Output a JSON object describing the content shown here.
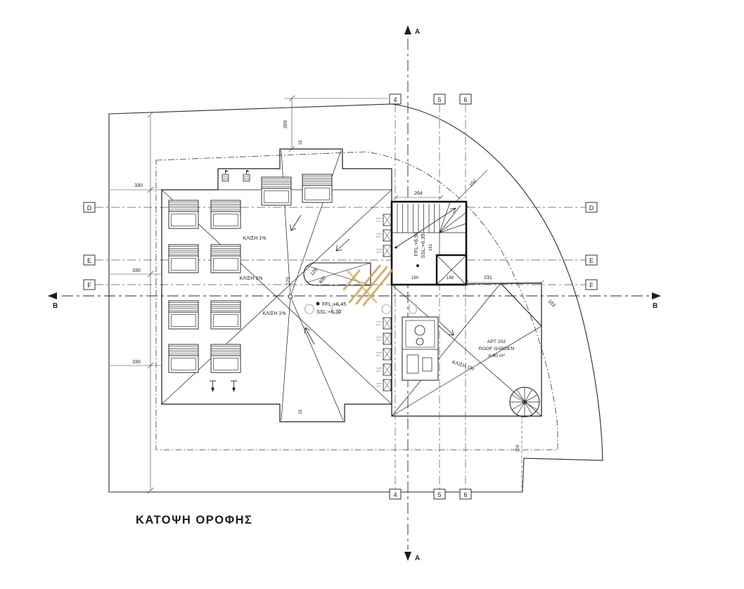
{
  "title": "ΚΑΤΟΨΗ ΟΡΟΦΗΣ",
  "section": {
    "a": "A",
    "b": "B"
  },
  "grid": {
    "columns": [
      "4",
      "5",
      "6"
    ],
    "rows": [
      "D",
      "E",
      "F"
    ]
  },
  "dimensions": {
    "left_330_top": "330",
    "left_330_mid": "330",
    "left_330_bot": "330",
    "top_269": "269",
    "parapet_15_top": "15",
    "parapet_15_bot": "15",
    "stair_264": "264",
    "diag_150": "150",
    "garden_231": "231",
    "diag_163": "163",
    "sky_179": "179",
    "sky_128": "128",
    "sky_400": "400",
    "core_190": "190",
    "core_198": "198",
    "core_161": "161",
    "plot_303": "303"
  },
  "levels": {
    "roof_ffl": "FFL:+6.45",
    "roof_ssl": "SSL:+6.30",
    "stair_ffl": "FFL:+6.50",
    "stair_ssl": "SSL:+6.35"
  },
  "slopes": {
    "s1": "ΚΛΙΣΗ 1%",
    "s2": "ΚΛΙΣΗ 1%",
    "s3": "ΚΛΙΣΗ 1%",
    "s4": "ΚΛΙΣΗ 1%"
  },
  "apartment": {
    "name": "APT 202",
    "type": "ROOF GARDEN",
    "area": "A:80 m²"
  },
  "watermark": {
    "left": "O G",
    "right": "O U"
  },
  "colors": {
    "ink": "#1c1c1e",
    "gold": "#c9a45a",
    "gray": "#b7babf"
  }
}
